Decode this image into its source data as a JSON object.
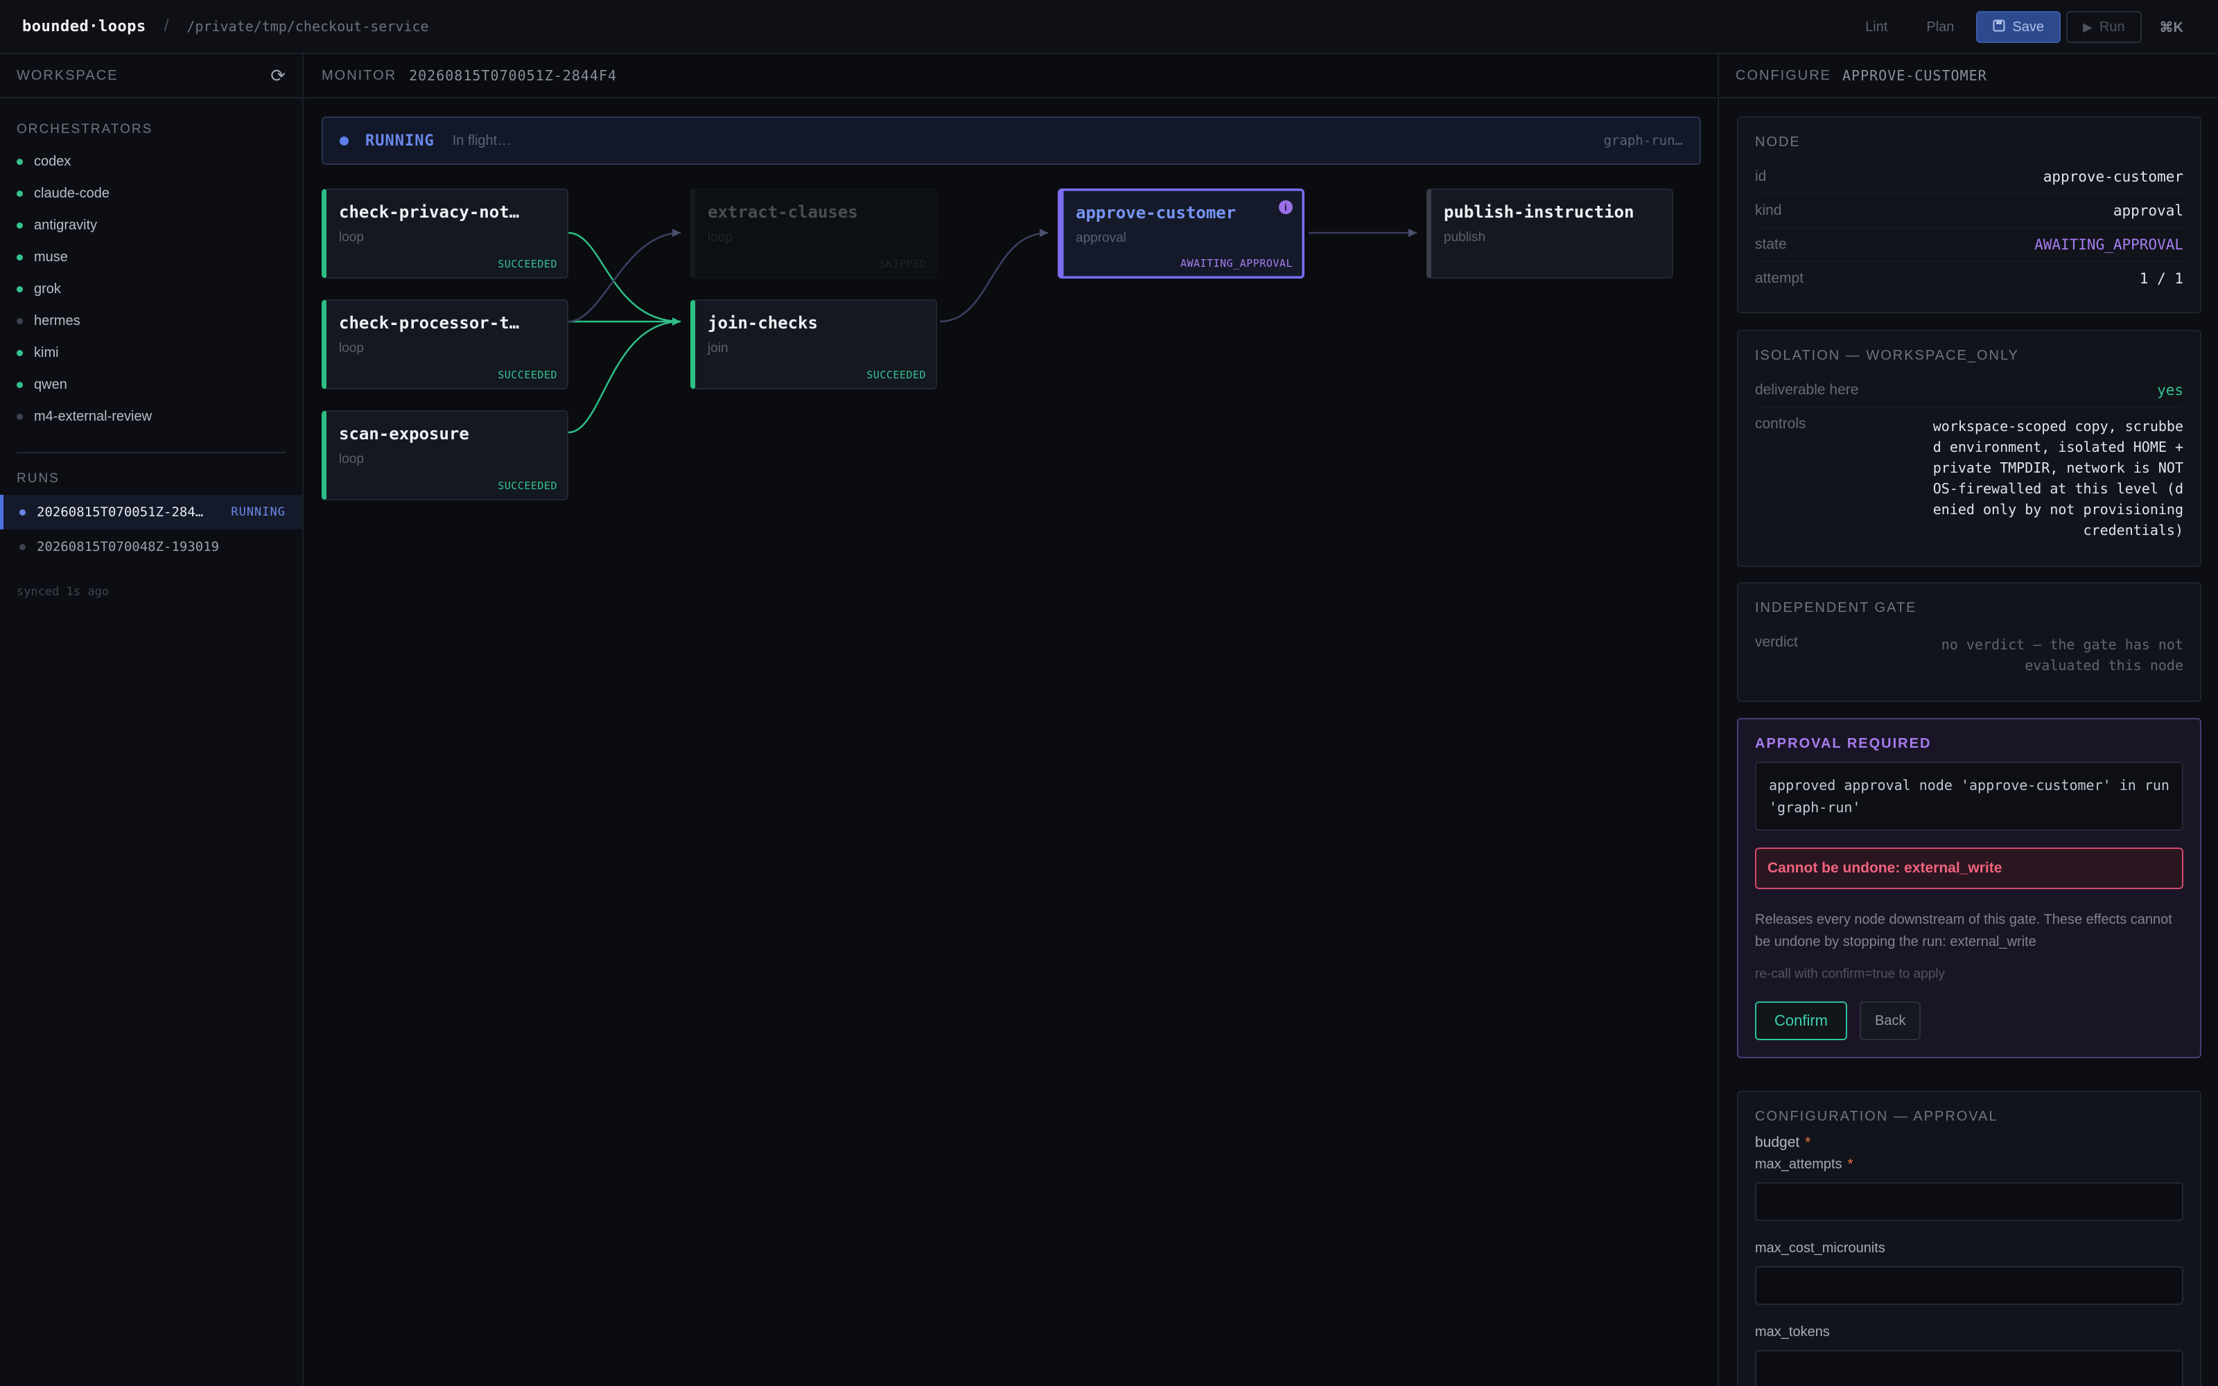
{
  "topbar": {
    "brand": "bounded·loops",
    "separator": "/",
    "path": "/private/tmp/checkout-service",
    "actions": {
      "lint": "Lint",
      "plan": "Plan",
      "save": "Save",
      "run": "Run",
      "shortcut": "⌘K"
    }
  },
  "sidebar": {
    "title": "WORKSPACE",
    "orchestrators_label": "ORCHESTRATORS",
    "orchestrators": [
      {
        "name": "codex",
        "status": "active"
      },
      {
        "name": "claude-code",
        "status": "active"
      },
      {
        "name": "antigravity",
        "status": "active"
      },
      {
        "name": "muse",
        "status": "active"
      },
      {
        "name": "grok",
        "status": "active"
      },
      {
        "name": "hermes",
        "status": "inactive"
      },
      {
        "name": "kimi",
        "status": "active"
      },
      {
        "name": "qwen",
        "status": "active"
      },
      {
        "name": "m4-external-review",
        "status": "inactive"
      }
    ],
    "runs_label": "RUNS",
    "runs": [
      {
        "id": "20260815T070051Z-284…",
        "status": "RUNNING"
      },
      {
        "id": "20260815T070048Z-193019",
        "status": ""
      }
    ],
    "synced": "synced 1s ago"
  },
  "monitor": {
    "title": "MONITOR",
    "run_id": "20260815T070051Z-2844F4",
    "banner": {
      "status": "RUNNING",
      "message": "In flight…",
      "ref": "graph-run…"
    },
    "nodes": [
      {
        "name": "check-privacy-not…",
        "kind": "loop",
        "state": "SUCCEEDED"
      },
      {
        "name": "check-processor-t…",
        "kind": "loop",
        "state": "SUCCEEDED"
      },
      {
        "name": "scan-exposure",
        "kind": "loop",
        "state": "SUCCEEDED"
      },
      {
        "name": "extract-clauses",
        "kind": "loop",
        "state": "SKIPPED"
      },
      {
        "name": "join-checks",
        "kind": "join",
        "state": "SUCCEEDED"
      },
      {
        "name": "approve-customer",
        "kind": "approval",
        "state": "AWAITING_APPROVAL"
      },
      {
        "name": "publish-instruction",
        "kind": "publish",
        "state": ""
      }
    ]
  },
  "configure": {
    "title": "CONFIGURE",
    "target": "APPROVE-CUSTOMER",
    "node": {
      "title": "NODE",
      "rows": [
        {
          "k": "id",
          "v": "approve-customer"
        },
        {
          "k": "kind",
          "v": "approval"
        },
        {
          "k": "state",
          "v": "AWAITING_APPROVAL"
        },
        {
          "k": "attempt",
          "v": "1 / 1"
        }
      ]
    },
    "isolation": {
      "title": "ISOLATION — WORKSPACE_ONLY",
      "deliverable_label": "deliverable here",
      "deliverable_value": "yes",
      "controls_label": "controls",
      "controls_value": "workspace-scoped copy, scrubbed environment, isolated HOME + private TMPDIR, network is NOT OS-firewalled at this level (denied only by not provisioning credentials)"
    },
    "gate": {
      "title": "INDEPENDENT GATE",
      "verdict_label": "verdict",
      "verdict_value": "no verdict — the gate has not evaluated this node"
    },
    "approval": {
      "title": "APPROVAL REQUIRED",
      "message": "approved approval node 'approve-customer' in run 'graph-run'",
      "warning": "Cannot be undone: external_write",
      "description": "Releases every node downstream of this gate. These effects cannot be undone by stopping the run: external_write",
      "hint": "re-call with confirm=true to apply",
      "confirm": "Confirm",
      "back": "Back"
    },
    "configuration": {
      "title": "CONFIGURATION — APPROVAL",
      "budget_label": "budget",
      "fields": [
        "max_attempts",
        "max_cost_microunits",
        "max_tokens"
      ]
    }
  },
  "colors": {
    "accent": "#4f6fe0",
    "success": "#35c28f",
    "awaiting": "#a77cf0",
    "danger": "#f0637f"
  }
}
